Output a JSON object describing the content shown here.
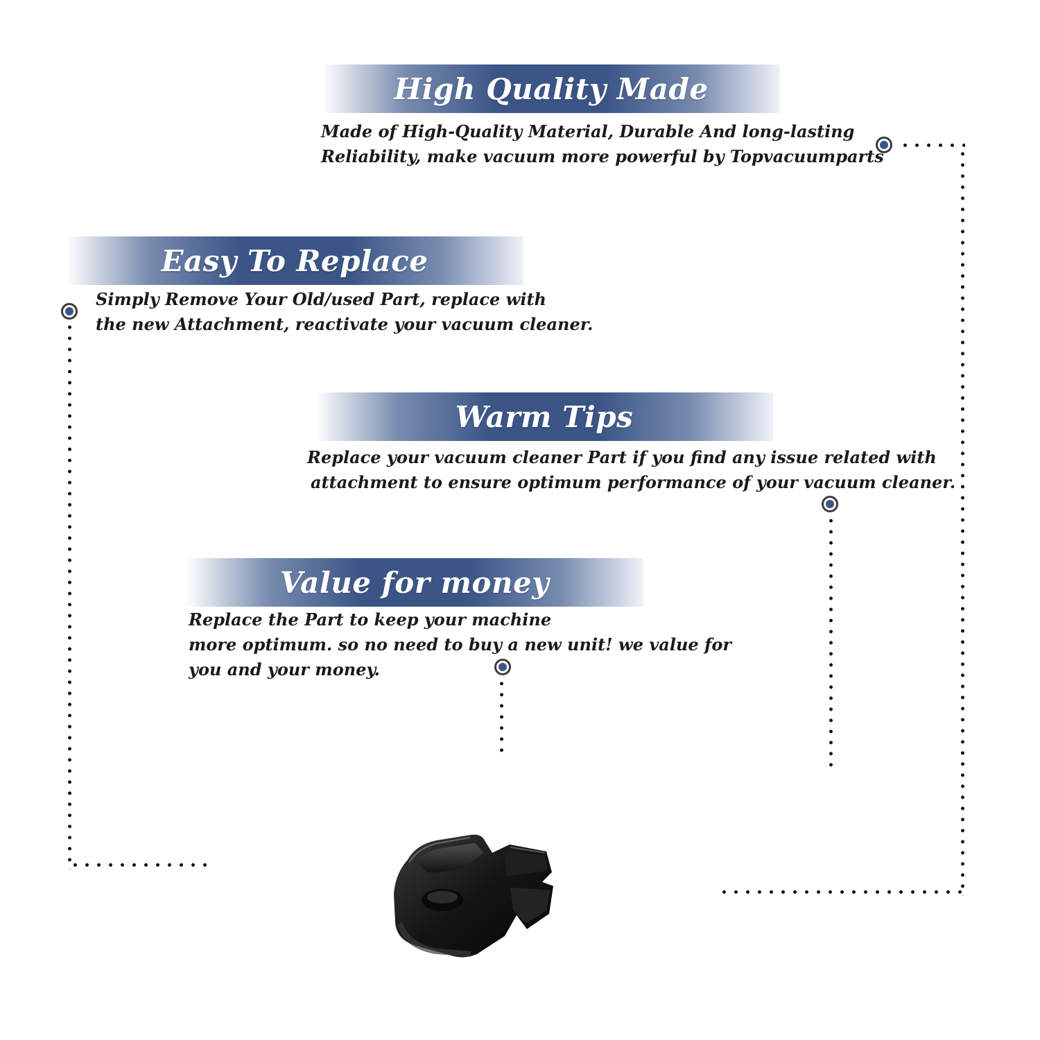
{
  "features": [
    {
      "title": "High Quality Made",
      "lines": [
        "Made of  High-Quality Material, Durable And long-lasting",
        "Reliability, make vacuum more powerful by Topvacuumparts"
      ]
    },
    {
      "title": "Easy To Replace",
      "lines": [
        "Simply Remove Your Old/used Part, replace with",
        "the new Attachment, reactivate your vacuum cleaner."
      ]
    },
    {
      "title": "Warm Tips",
      "lines": [
        "Replace your vacuum cleaner Part if you find any issue related with",
        "attachment to ensure optimum performance of your vacuum cleaner."
      ]
    },
    {
      "title": "Value for money",
      "lines": [
        "Replace the Part to keep your machine",
        "more optimum. so no need to buy a new unit! we value for",
        "you and your money."
      ]
    }
  ],
  "colors": {
    "banner_accent": "#3b5586",
    "text": "#1a1a1a",
    "marker_fill": "#3b5586",
    "product": "#151515"
  },
  "icons": [
    "bullet-marker-icon",
    "vacuum-attachment-part"
  ]
}
